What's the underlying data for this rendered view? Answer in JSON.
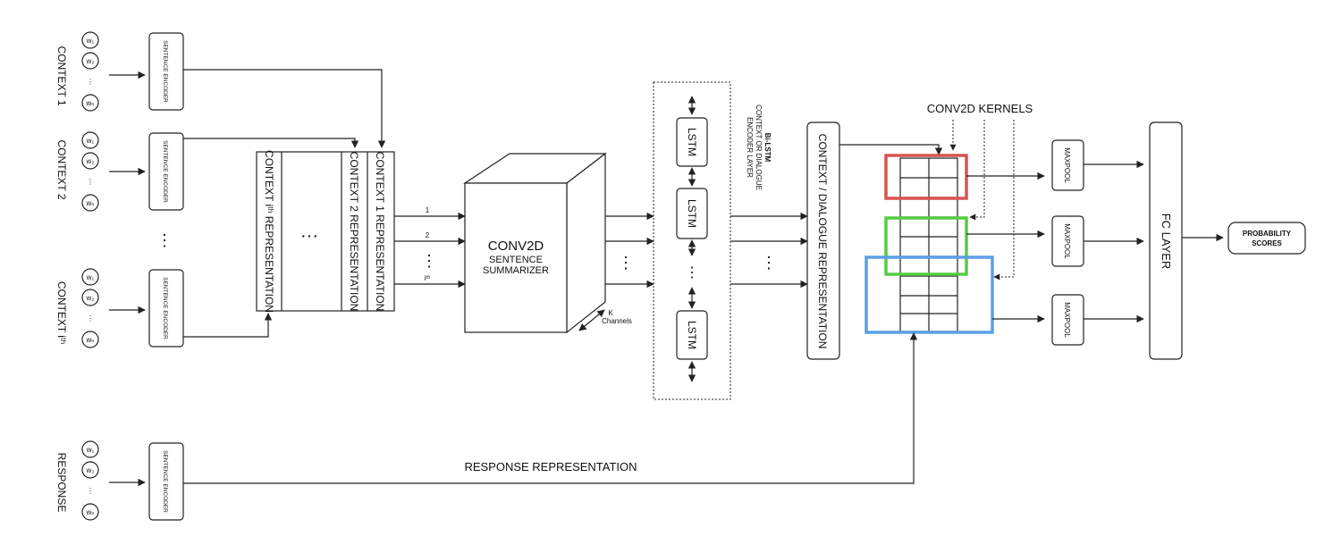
{
  "contexts": [
    {
      "label": "CONTEXT 1",
      "w_first": "w₁",
      "w_second": "w₂",
      "w_dots": "⋮",
      "w_last": "wₙ",
      "encoder": "SENTENCE ENCODER"
    },
    {
      "label": "CONTEXT 2",
      "w_first": "w₁",
      "w_second": "w₂",
      "w_dots": "⋮",
      "w_last": "wₙ",
      "encoder": "SENTENCE ENCODER"
    },
    {
      "label": "CONTEXT iᵗʰ",
      "w_first": "w₁",
      "w_second": "w₂",
      "w_dots": "⋮",
      "w_last": "wₙ",
      "encoder": "SENTENCE ENCODER"
    }
  ],
  "response": {
    "label": "RESPONSE",
    "w_first": "w₁",
    "w_second": "w₂",
    "w_dots": "⋮",
    "w_last": "wₙ",
    "encoder": "SENTENCE ENCODER"
  },
  "context_vdots": "⋮",
  "representations": {
    "ctx_i": "CONTEXT iᵗʰ REPRESENTATION",
    "ctx_2": "CONTEXT 2 REPRESENTATION",
    "ctx_1": "CONTEXT 1 REPRESENTATION",
    "middle_dots": "···"
  },
  "channel_labels": {
    "c1": "1",
    "c2": "2",
    "ci": "iᵗʰ",
    "dots": "⋮"
  },
  "conv2d": {
    "title": "CONV2D",
    "sub1": "SENTENCE",
    "sub2": "SUMMARIZER",
    "k_label": "K",
    "channels_label": "Channels"
  },
  "lstm": {
    "cells": [
      "LSTM",
      "LSTM",
      "LSTM"
    ],
    "dots_out": "⋮",
    "dots_mid": "⋮",
    "dots_right": "⋮"
  },
  "bilstm_label": {
    "line1": "Bi-LSTM",
    "line2": "CONTEXT OR DIALOGUE",
    "line3": "ENCODER LAYER"
  },
  "dialogue_repr": "CONTEXT / DIALOGUE REPRESENTATION",
  "kernels_label": "CONV2D KERNELS",
  "maxpool": [
    "MAXPOOL",
    "MAXPOOL",
    "MAXPOOL"
  ],
  "fc_layer": "FC LAYER",
  "probability": {
    "line1": "PROBABILITY",
    "line2": "SCORES"
  },
  "response_repr_label": "RESPONSE REPRESENTATION",
  "kernel_colors": {
    "red": "#d9534f",
    "green": "#55cc44",
    "blue": "#5aa0e6"
  }
}
